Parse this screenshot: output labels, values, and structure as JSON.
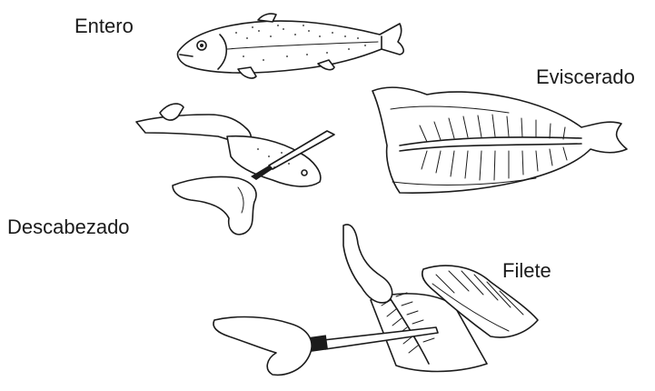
{
  "labels": {
    "whole": "Entero",
    "gutted": "Eviscerado",
    "headed": "Descabezado",
    "fillet": "Filete"
  }
}
